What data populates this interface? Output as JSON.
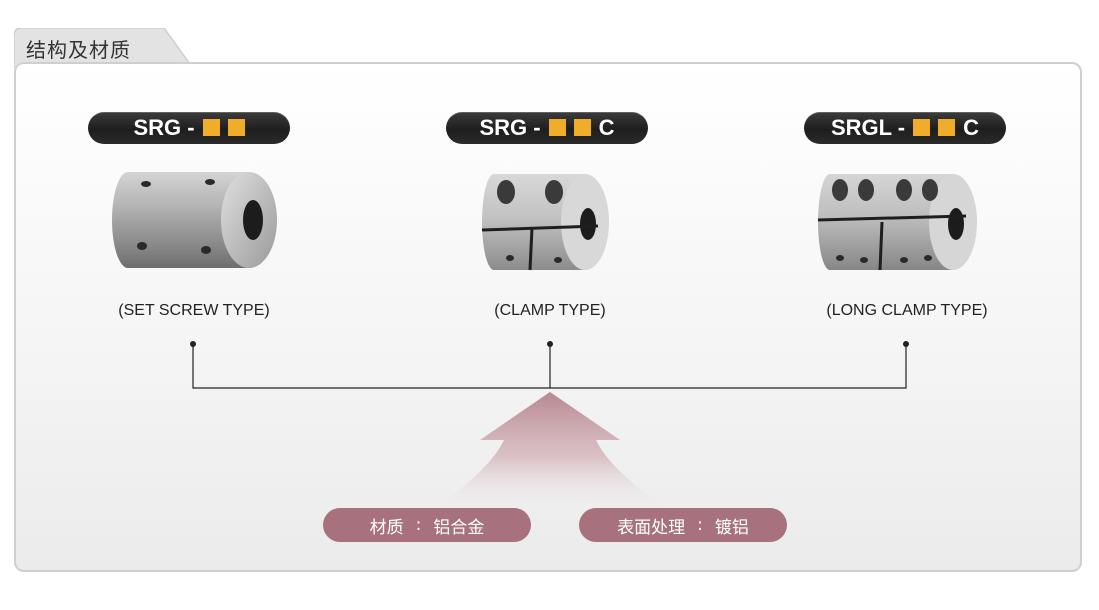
{
  "section": {
    "title": "结构及材质"
  },
  "products": [
    {
      "code": "SRG -",
      "suffix": "",
      "caption": "(SET SCREW TYPE)"
    },
    {
      "code": "SRG -",
      "suffix": "C",
      "caption": "(CLAMP TYPE)"
    },
    {
      "code": "SRGL -",
      "suffix": "C",
      "caption": "(LONG CLAMP TYPE)"
    }
  ],
  "specs": [
    {
      "label": "材质",
      "separator": ":",
      "value": "铝合金"
    },
    {
      "label": "表面处理",
      "separator": ":",
      "value": "镀铝"
    }
  ],
  "colors": {
    "pill_bg": "#262626",
    "placeholder_square": "#f0ad2a",
    "badge_bg": "#a7727d",
    "arrow": "#b88891"
  }
}
